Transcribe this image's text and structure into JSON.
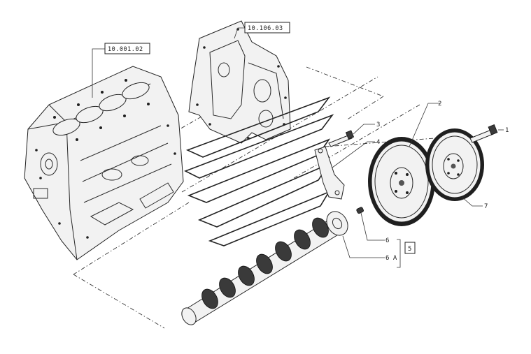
{
  "references": {
    "engine_block": "10.001.02",
    "timing_cover": "10.106.03"
  },
  "callouts": {
    "bolt": "1",
    "idler_gear": "2",
    "screw": "3",
    "bracket": "4",
    "pin": "6",
    "camshaft": "6 A",
    "gear_hub": "7",
    "kit": "5"
  },
  "colors": {
    "line": "#222222",
    "background": "#ffffff"
  }
}
